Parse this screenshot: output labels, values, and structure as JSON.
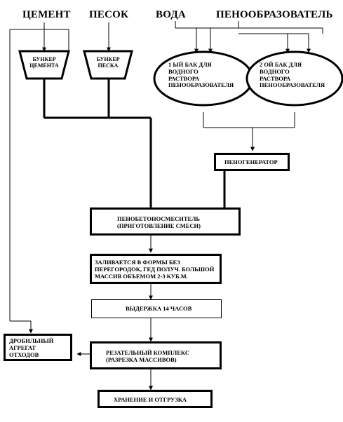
{
  "inputs": {
    "cement": "ЦЕМЕНТ",
    "sand": "ПЕСОК",
    "water": "ВОДА",
    "foaming_agent": "ПЕНООБРАЗОВАТЕЛЬ"
  },
  "bunkers": {
    "cement": "БУНКЕР\nЦЕМЕНТА",
    "sand": "БУНКЕР\nПЕСКА"
  },
  "tanks": {
    "tank1": "1 ЫЙ БАК ДЛЯ\nВОДНОГО\nРАСТВОРА\nПЕНООБРАЗОВАТЕЛЯ",
    "tank2": "2 ОЙ БАК ДЛЯ\nВОДНОГО\nРАСТВОРА\nПЕНООБРАЗОВАТЕЛЯ"
  },
  "process": {
    "foam_generator": "ПЕНОГЕНЕРАТОР",
    "mixer": "ПЕНОБЕТОНОСМЕСИТЕЛЬ\n(ПРИГОТОВЛЕНИЕ СМЕСИ)",
    "pouring": "ЗАЛИВАЕТСЯ В  ФОРМЫ БЕЗ\nПЕРЕГОРОДОК, ГЕД ПОЛУЧ. БОЛЬШОЙ\nМАССИВ ОБЪЕМОМ 2-3 КУБ.М.",
    "curing": "ВЫДЕРЖКА  14 ЧАСОВ",
    "cutting": "РЕЗАТЕЛЬНЫЙ КОМПЛЕКС\n(РАЗРЕЗКА МАССИВОВ)",
    "crusher": "ДРОБИЛЬНЫЙ\nАГРЕГАТ\nОТХОДОВ",
    "storage": "ХРАНЕНИЕ И ОТГРУЗКА"
  }
}
